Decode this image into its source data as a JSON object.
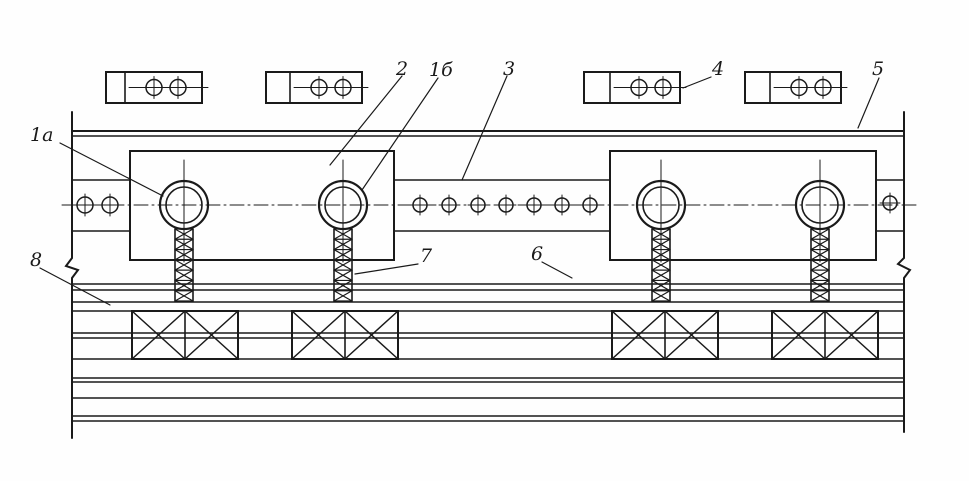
{
  "labels": {
    "l1a": "1a",
    "l1b": "1б",
    "l2": "2",
    "l3": "3",
    "l4": "4",
    "l5": "5",
    "l6": "6",
    "l7": "7",
    "l8": "8"
  },
  "colors": {
    "ink": "#1a1a1a",
    "paper": "#fefefe"
  }
}
